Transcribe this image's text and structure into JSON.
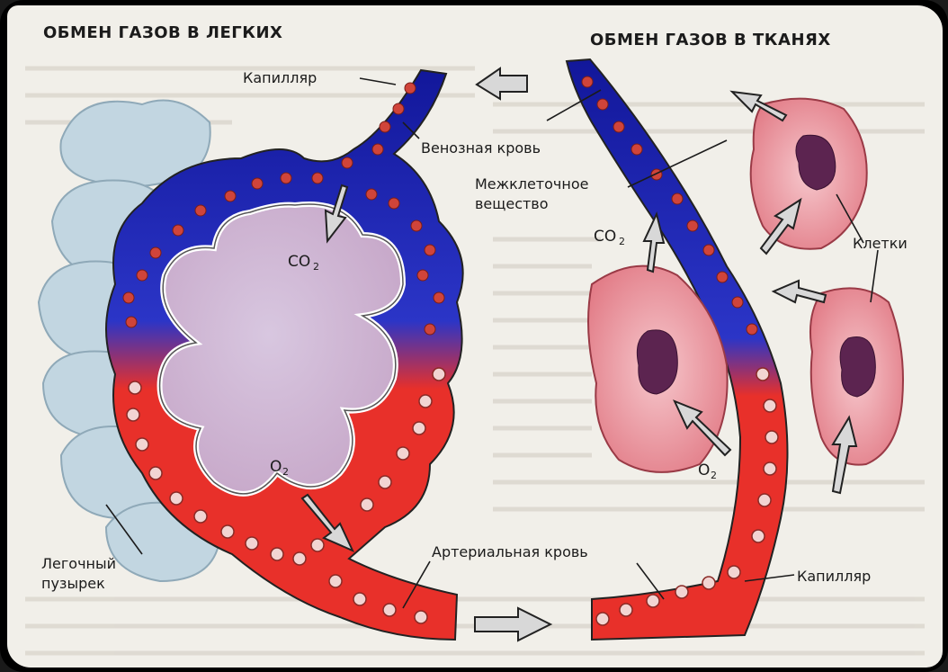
{
  "titles": {
    "lungs": "ОБМЕН ГАЗОВ В ЛЕГКИХ",
    "tissues": "ОБМЕН ГАЗОВ В ТКАНЯХ"
  },
  "labels": {
    "capillary_top": "Капилляр",
    "venous_blood": "Венозная кровь",
    "intercellular_1": "Межклеточное",
    "intercellular_2": "вещество",
    "cells": "Клетки",
    "arterial_blood": "Артериальная кровь",
    "capillary_bottom": "Капилляр",
    "alveolus_1": "Легочный",
    "alveolus_2": "пузырек"
  },
  "chem": {
    "co2_base": "CO",
    "co2_sub": "2",
    "o2_base": "O",
    "o2_sub": "2"
  },
  "colors": {
    "venous": "#1a23a8",
    "arterial": "#e8302a",
    "alveolus_fill": "#d8c4dc",
    "lung_lobes": "#bcd3df",
    "cell_fill": "#e78a93",
    "nucleus": "#5c2450"
  }
}
